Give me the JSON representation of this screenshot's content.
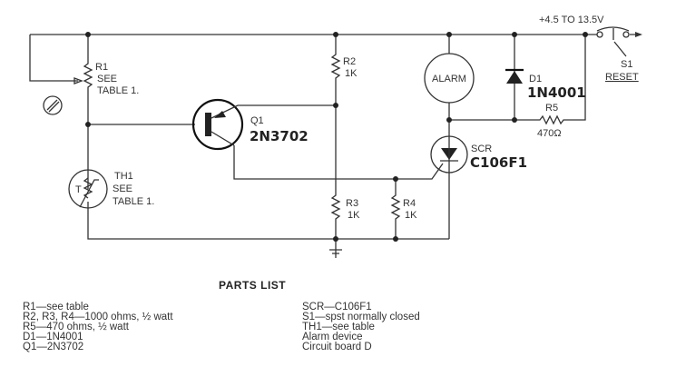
{
  "schematic": {
    "supply_label": "+4.5 TO 13.5V",
    "r1": {
      "ref": "R1",
      "note1": "SEE",
      "note2": "TABLE 1."
    },
    "th1": {
      "ref": "TH1",
      "note1": "SEE",
      "note2": "TABLE 1.",
      "symbol": "T"
    },
    "q1": {
      "ref": "Q1",
      "part": "2N3702"
    },
    "r2": {
      "ref": "R2",
      "value": "1K"
    },
    "r3": {
      "ref": "R3",
      "value": "1K"
    },
    "r4": {
      "ref": "R4",
      "value": "1K"
    },
    "r5": {
      "ref": "R5",
      "value": "470Ω"
    },
    "alarm": "ALARM",
    "d1": {
      "ref": "D1",
      "part": "1N4001"
    },
    "scr": {
      "ref": "SCR",
      "part": "C106F1"
    },
    "s1": {
      "ref": "S1",
      "label": "RESET"
    }
  },
  "parts_list": {
    "title": "PARTS LIST",
    "left": [
      "R1—see table",
      "R2, R3, R4—1000 ohms, ½ watt",
      "R5—470 ohms, ½ watt",
      "D1—1N4001",
      "Q1—2N3702"
    ],
    "right": [
      "SCR—C106F1",
      "S1—spst normally closed",
      "TH1—see table",
      "Alarm device",
      "Circuit board D"
    ]
  }
}
